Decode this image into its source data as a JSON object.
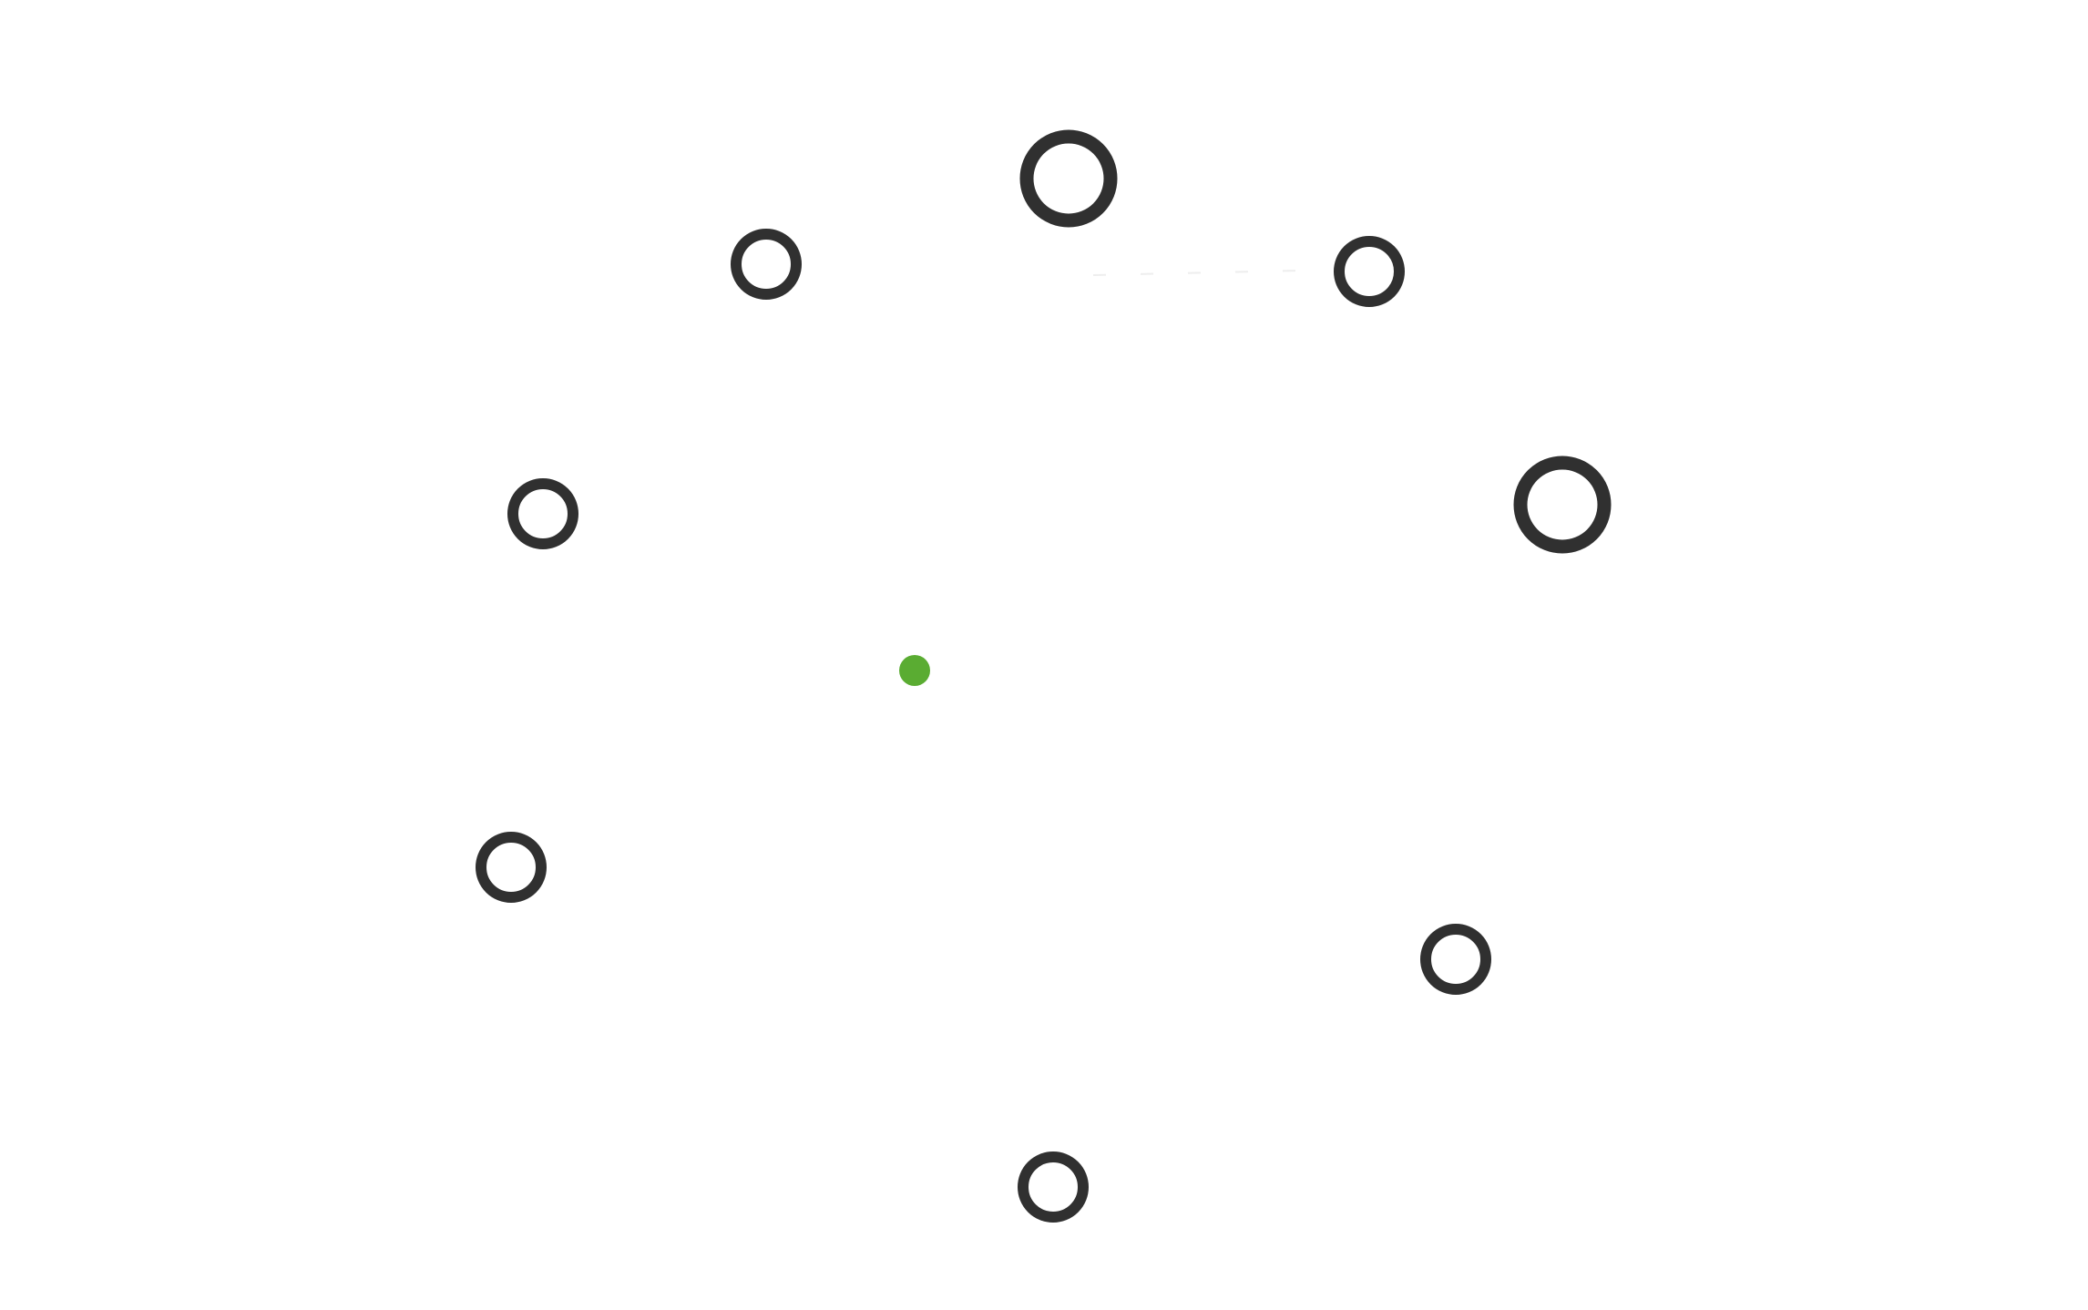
{
  "game": {
    "colors": {
      "background": "#ffffff",
      "target_ring": "#303030",
      "target_fill": "#ffffff",
      "player_dot": "#5aac32",
      "trail": "#eeeeee"
    },
    "targets": [
      {
        "id": "t1",
        "size": "large"
      },
      {
        "id": "t2",
        "size": "small"
      },
      {
        "id": "t3",
        "size": "small"
      },
      {
        "id": "t4",
        "size": "large"
      },
      {
        "id": "t5",
        "size": "small"
      },
      {
        "id": "t6",
        "size": "small"
      },
      {
        "id": "t7",
        "size": "small"
      },
      {
        "id": "t8",
        "size": "small"
      }
    ]
  }
}
